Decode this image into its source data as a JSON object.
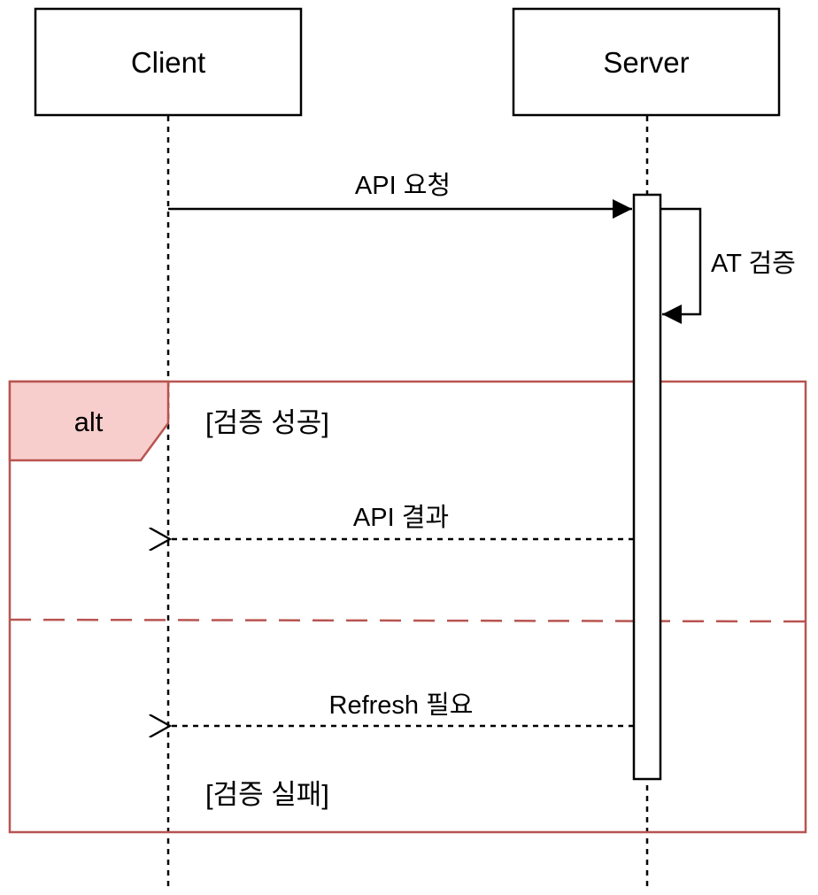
{
  "participants": {
    "client": {
      "name": "Client"
    },
    "server": {
      "name": "Server"
    }
  },
  "messages": {
    "api_request": {
      "label": "API 요청",
      "from": "Client",
      "to": "Server",
      "style": "solid"
    },
    "at_verify": {
      "label": "AT 검증",
      "from": "Server",
      "to": "Server",
      "style": "solid"
    },
    "api_result": {
      "label": "API 결과",
      "from": "Server",
      "to": "Client",
      "style": "dashed"
    },
    "refresh_needed": {
      "label": "Refresh 필요",
      "from": "Server",
      "to": "Client",
      "style": "dashed"
    }
  },
  "alt_frame": {
    "operator": "alt",
    "guard_success": "[검증 성공]",
    "guard_failure": "[검증 실패]"
  },
  "colors": {
    "frame_border": "#b85450",
    "frame_tab_fill": "#f8cecc",
    "line": "#000000",
    "background": "#ffffff"
  }
}
